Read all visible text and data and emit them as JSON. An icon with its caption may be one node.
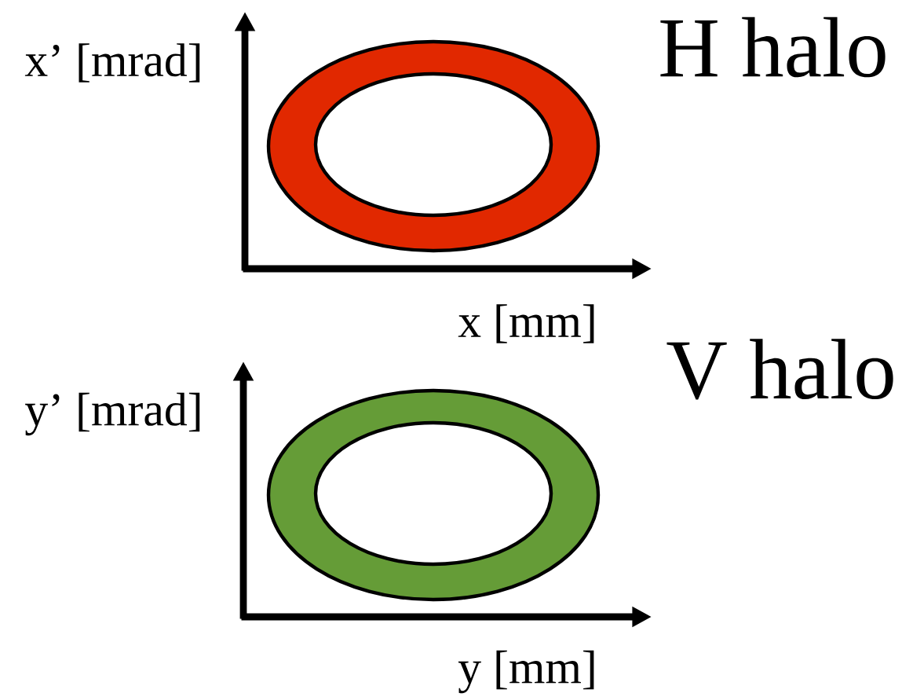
{
  "diagram": {
    "labels": [
      "x’ [mrad]",
      "H halo",
      "x [mm]",
      "V halo",
      "y’ [mrad]",
      "y [mm]"
    ]
  }
}
